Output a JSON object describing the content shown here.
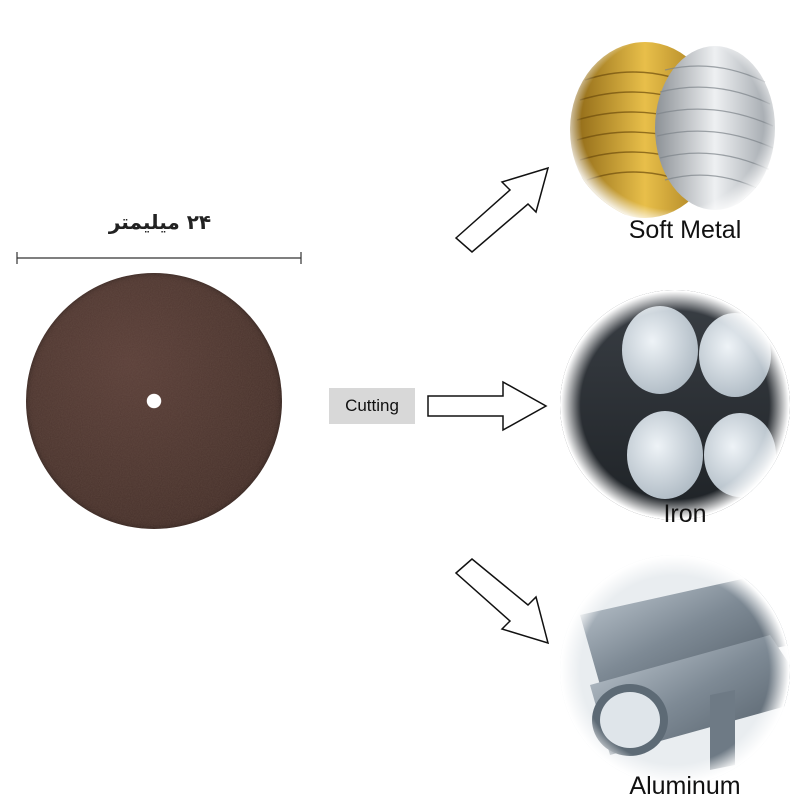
{
  "dimension": {
    "label": "۲۴ میلیمتر"
  },
  "cutting": {
    "label": "Cutting"
  },
  "materials": {
    "soft_metal": {
      "label": "Soft Metal"
    },
    "iron": {
      "label": "Iron"
    },
    "aluminum": {
      "label": "Aluminum"
    }
  },
  "colors": {
    "disc": "#4a332d",
    "label_bg": "#d8d8d8",
    "gold_wire": "#d4a22a",
    "silver_wire": "#c8ccd0",
    "iron_bar": "#c9d3dc",
    "aluminum": "#8d9aa6"
  },
  "icons": [
    "arrow-up-right-icon",
    "arrow-right-icon",
    "arrow-down-right-icon"
  ]
}
